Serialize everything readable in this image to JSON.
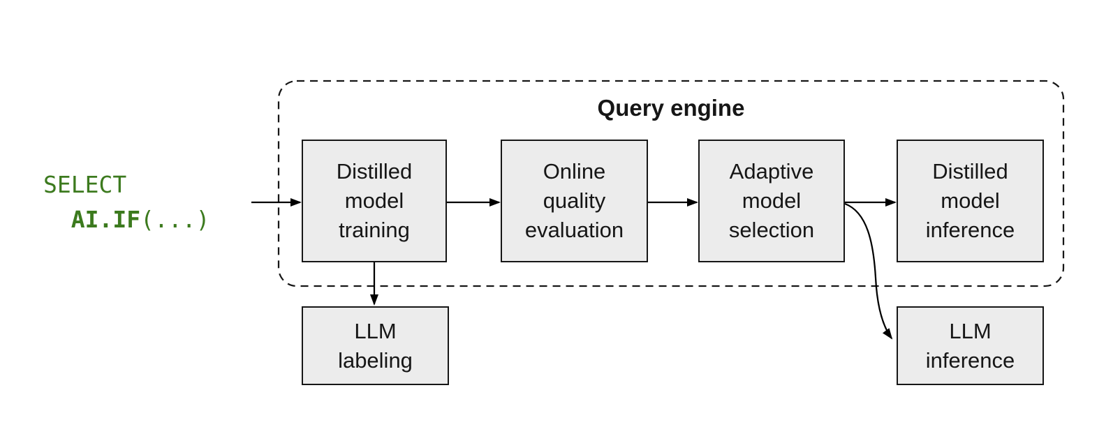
{
  "code": {
    "select_keyword": "SELECT",
    "indent": "  ",
    "function_keyword": "AI.IF",
    "function_args": "(...)"
  },
  "engine": {
    "title": "Query engine"
  },
  "nodes": {
    "training": {
      "label": "Distilled\nmodel\ntraining"
    },
    "evaluation": {
      "label": "Online\nquality\nevaluation"
    },
    "selection": {
      "label": "Adaptive\nmodel\nselection"
    },
    "inference": {
      "label": "Distilled\nmodel\ninference"
    },
    "llm_labeling": {
      "label": "LLM\nlabeling"
    },
    "llm_inference": {
      "label": "LLM\ninference"
    }
  },
  "colors": {
    "code_green": "#3c7a1e",
    "box_fill": "#ececec",
    "box_border": "#161616",
    "arrow": "#000000",
    "text": "#161616"
  }
}
